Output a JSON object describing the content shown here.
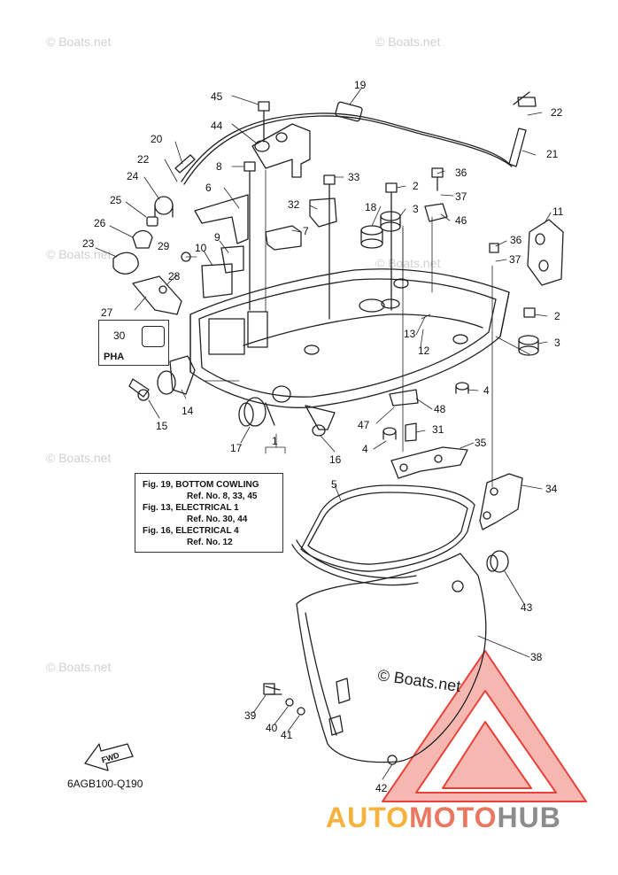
{
  "watermarks": [
    "© Boats.net",
    "© Boats.net",
    "© Boats.net",
    "© Boats.net",
    "© Boats.net",
    "© Boats.net"
  ],
  "center_watermark": "© Boats.net",
  "callouts": [
    "1",
    "2",
    "2",
    "3",
    "3",
    "4",
    "4",
    "5",
    "6",
    "7",
    "8",
    "9",
    "10",
    "11",
    "12",
    "13",
    "14",
    "15",
    "16",
    "17",
    "18",
    "19",
    "20",
    "21",
    "22",
    "22",
    "23",
    "24",
    "25",
    "26",
    "27",
    "28",
    "29",
    "30",
    "31",
    "32",
    "33",
    "34",
    "35",
    "36",
    "36",
    "37",
    "37",
    "38",
    "39",
    "40",
    "41",
    "42",
    "43",
    "44",
    "45",
    "46",
    "47",
    "48"
  ],
  "notes": {
    "line1": "Fig. 19, BOTTOM COWLING",
    "line2": "Ref. No. 8, 33, 45",
    "line3": "Fig. 13, ELECTRICAL 1",
    "line4": "Ref. No. 30, 44",
    "line5": "Fig. 16, ELECTRICAL 4",
    "line6": "Ref. No. 12"
  },
  "pha_inset": {
    "label": "PHA",
    "part_number": "30"
  },
  "fwd_label": "FWD",
  "diagram_code": "6AGB100-Q190",
  "brand": {
    "part1": "AUTO",
    "part2": "MOTO",
    "part3": "HUB"
  },
  "colors": {
    "brand_orange": "#f6b23c",
    "brand_red": "#e97761",
    "brand_gray": "#8c8c8c",
    "triangle_red": "#e8413a"
  }
}
